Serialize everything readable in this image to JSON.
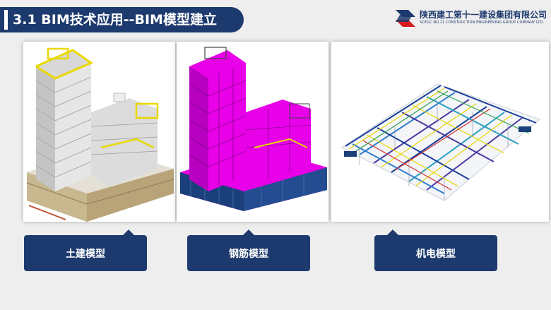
{
  "header": {
    "title": "3.1 BIM技术应用--BIM模型建立"
  },
  "logo": {
    "company_cn": "陕西建工第十一建设集团有限公司",
    "company_en": "SCEGC NO.11 CONSTRUCTION ENGINEERING GROUP COMPANY LTD."
  },
  "panels": [
    {
      "caption": "土建模型",
      "icon": "civil-model-image"
    },
    {
      "caption": "钢筋模型",
      "icon": "rebar-model-image"
    },
    {
      "caption": "机电模型",
      "icon": "mep-model-image"
    }
  ],
  "colors": {
    "brand_navy": "#1d3a6e",
    "background": "#eeeeee",
    "rebar_magenta": "#e800e8",
    "frame_yellow": "#e8d800"
  }
}
